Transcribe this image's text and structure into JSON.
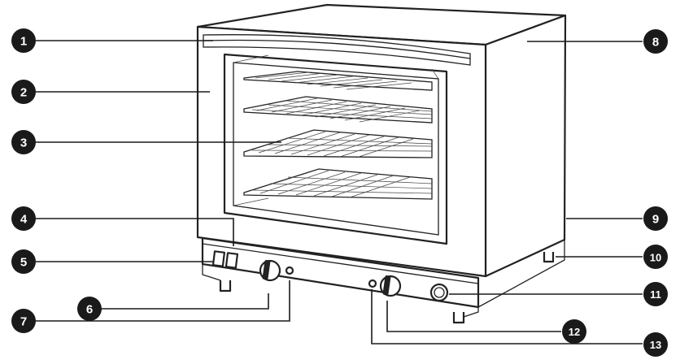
{
  "callouts": [
    {
      "id": "1"
    },
    {
      "id": "2"
    },
    {
      "id": "3"
    },
    {
      "id": "4"
    },
    {
      "id": "5"
    },
    {
      "id": "6"
    },
    {
      "id": "7"
    },
    {
      "id": "8"
    },
    {
      "id": "9"
    },
    {
      "id": "10"
    },
    {
      "id": "11"
    },
    {
      "id": "12"
    },
    {
      "id": "13"
    }
  ],
  "colors": {
    "ink": "#1a1a1a",
    "background": "#ffffff"
  }
}
